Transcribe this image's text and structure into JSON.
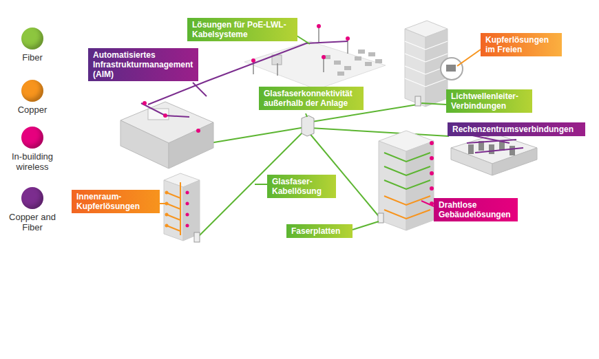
{
  "diagram": {
    "nodes": [
      {
        "text": [
          "Lösungen für PoE-LWL-Kabelsysteme"
        ]
      },
      {
        "text": [
          "Automatisiertes Infrastrukturmanagement (AIM)"
        ]
      },
      {
        "text": [
          "Kupferlösungen im Freien"
        ]
      },
      {
        "text": [
          "Glasfaserkonnektivität außerhalb der Anlage"
        ]
      },
      {
        "text": [
          "Lichtwellenleiter-Verbindungen"
        ]
      },
      {
        "text": [
          "Rechenzentrumsverbindungen"
        ]
      },
      {
        "text": [
          "Glasfaser-Kabellösung"
        ]
      },
      {
        "text": [
          "Innenraum-Kupferlösungen"
        ]
      },
      {
        "text": [
          "Drahtlose Gebäudelösungen"
        ]
      },
      {
        "text": [
          "Faserplatten"
        ]
      }
    ],
    "legend": [
      {
        "text": "Fiber",
        "color": "#8dc63f"
      },
      {
        "text": "Copper",
        "color": "#f7941d"
      },
      {
        "text": "In-building wireless",
        "color": "#e6007e"
      },
      {
        "text": "Copper and Fiber",
        "color": "#7b2d8e"
      }
    ]
  }
}
